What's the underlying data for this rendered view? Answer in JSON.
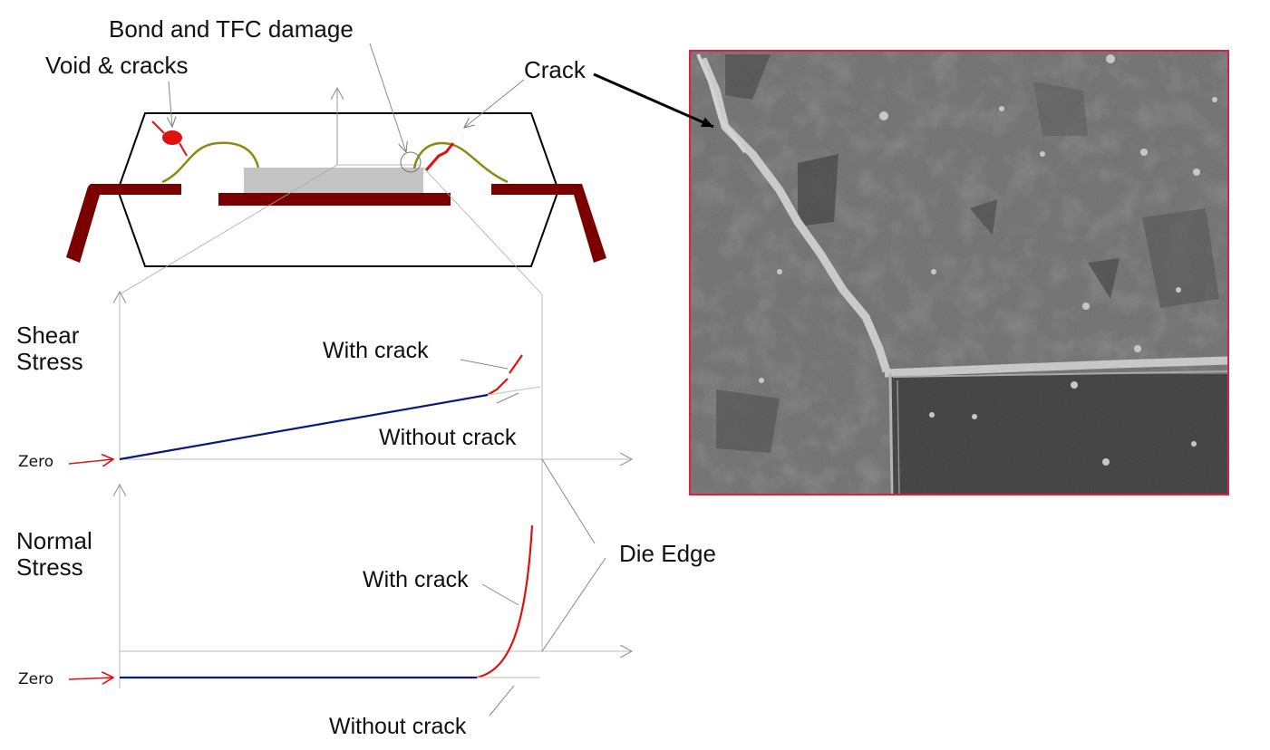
{
  "labels": {
    "bond_tfc_damage": "Bond and TFC damage",
    "void_cracks": "Void & cracks",
    "crack": "Crack",
    "shear_stress_line1": "Shear",
    "shear_stress_line2": "Stress",
    "normal_stress_line1": "Normal",
    "normal_stress_line2": "Stress",
    "with_crack_shear": "With crack",
    "without_crack_shear": "Without crack",
    "with_crack_normal": "With crack",
    "without_crack_normal": "Without crack",
    "zero_shear": "Zero",
    "zero_normal": "Zero",
    "die_edge": "Die Edge"
  },
  "colors": {
    "lead": "#7a0000",
    "wire": "#8a8a10",
    "die": "#c4c4c4",
    "crack_red": "#e01010",
    "curve_blue": "#0a1a7a",
    "micrograph_border": "#e02040"
  }
}
